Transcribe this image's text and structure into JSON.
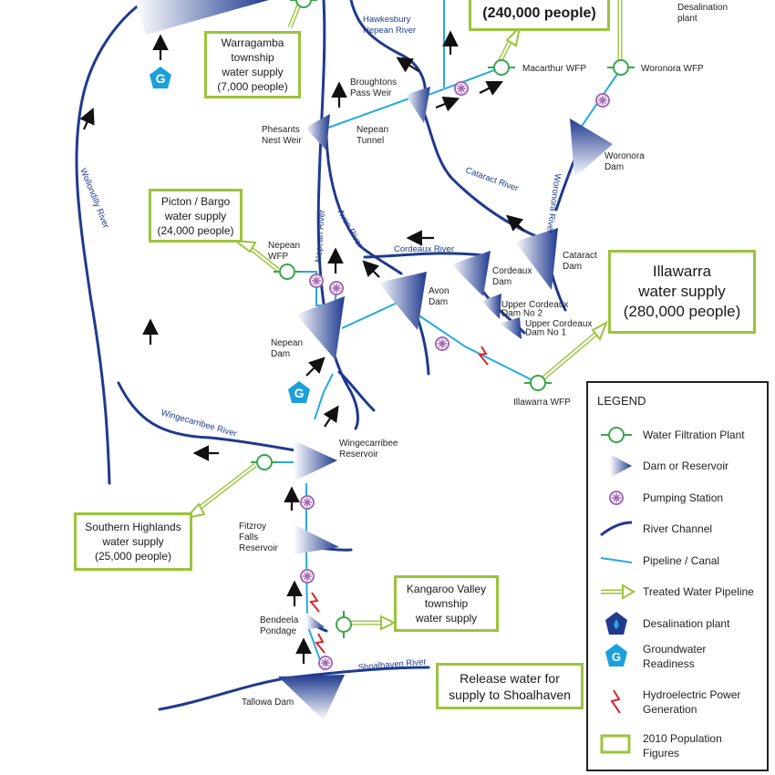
{
  "labels": {
    "hawkesbury": "Hawkesbury Nepean River",
    "broughtons": "Broughtons Pass Weir",
    "macarthur_wfp": "Macarthur WFP",
    "woronora_wfp": "Woronora WFP",
    "desal_plant": "Desalination plant",
    "phesants": "Phesants Nest Weir",
    "nepean_tunnel": "Nepean Tunnel",
    "woronora_dam": "Woronora Dam",
    "cataract_river": "Cataract River",
    "woronora_river": "Woronora River",
    "wollondilly_river": "Wollondilly River",
    "nepean_river": "Nepean River",
    "avon_river": "Avon River",
    "cordeaux_river": "Cordeaux River",
    "cataract_dam": "Cataract Dam",
    "cordeaux_dam": "Cordeaux Dam",
    "nepean_wfp": "Nepean WFP",
    "avon_dam": "Avon Dam",
    "upper_cordeaux_2": "Upper Cordeaux Dam No 2",
    "upper_cordeaux_1": "Upper Cordeaux Dam No 1",
    "nepean_dam": "Nepean Dam",
    "illawarra_wfp": "Illawarra WFP",
    "wingecarribee_river": "Wingecarribee River",
    "wingecarribee_res": "Wingecarribee Reservoir",
    "fitzroy": "Fitzroy Falls Reservoir",
    "bendeela": "Bendeela Pondage",
    "tallowa": "Tallowa Dam",
    "shoalhaven_river": "Shoalhaven River",
    "groundwater_glyph": "G"
  },
  "boxes": {
    "top_partial": "(240,000 people)",
    "warragamba": [
      "Warragamba",
      "township",
      "water supply",
      "(7,000 people)"
    ],
    "picton": [
      "Picton / Bargo",
      "water supply",
      "(24,000 people)"
    ],
    "illawarra": [
      "Illawarra",
      "water supply",
      "(280,000 people)"
    ],
    "southern_highlands": [
      "Southern Highlands",
      "water supply",
      "(25,000 people)"
    ],
    "kangaroo_valley": [
      "Kangaroo Valley",
      "township",
      "water supply"
    ],
    "release": [
      "Release water for",
      "supply to Shoalhaven"
    ]
  },
  "legend": {
    "title": "LEGEND",
    "items": [
      {
        "icon": "water-filtration-plant-icon",
        "label": "Water Filtration Plant"
      },
      {
        "icon": "dam-icon",
        "label": "Dam or Reservoir"
      },
      {
        "icon": "pumping-station-icon",
        "label": "Pumping Station"
      },
      {
        "icon": "river-channel-icon",
        "label": "River Channel"
      },
      {
        "icon": "pipeline-icon",
        "label": "Pipeline / Canal"
      },
      {
        "icon": "treated-pipeline-icon",
        "label": "Treated Water Pipeline"
      },
      {
        "icon": "desalination-icon",
        "label": "Desalination plant"
      },
      {
        "icon": "groundwater-icon",
        "label": "Groundwater Readiness"
      },
      {
        "icon": "hydroelectric-icon",
        "label": "Hydroelectric Power Generation"
      },
      {
        "icon": "population-box-icon",
        "label": "2010 Population Figures"
      }
    ]
  },
  "colors": {
    "river": "#1f3a8f",
    "pipeline": "#27a9e1",
    "treated": "#9ac43c",
    "pumping": "#a368b5",
    "hydro": "#d7262e",
    "groundwater": "#1ba0dc"
  }
}
